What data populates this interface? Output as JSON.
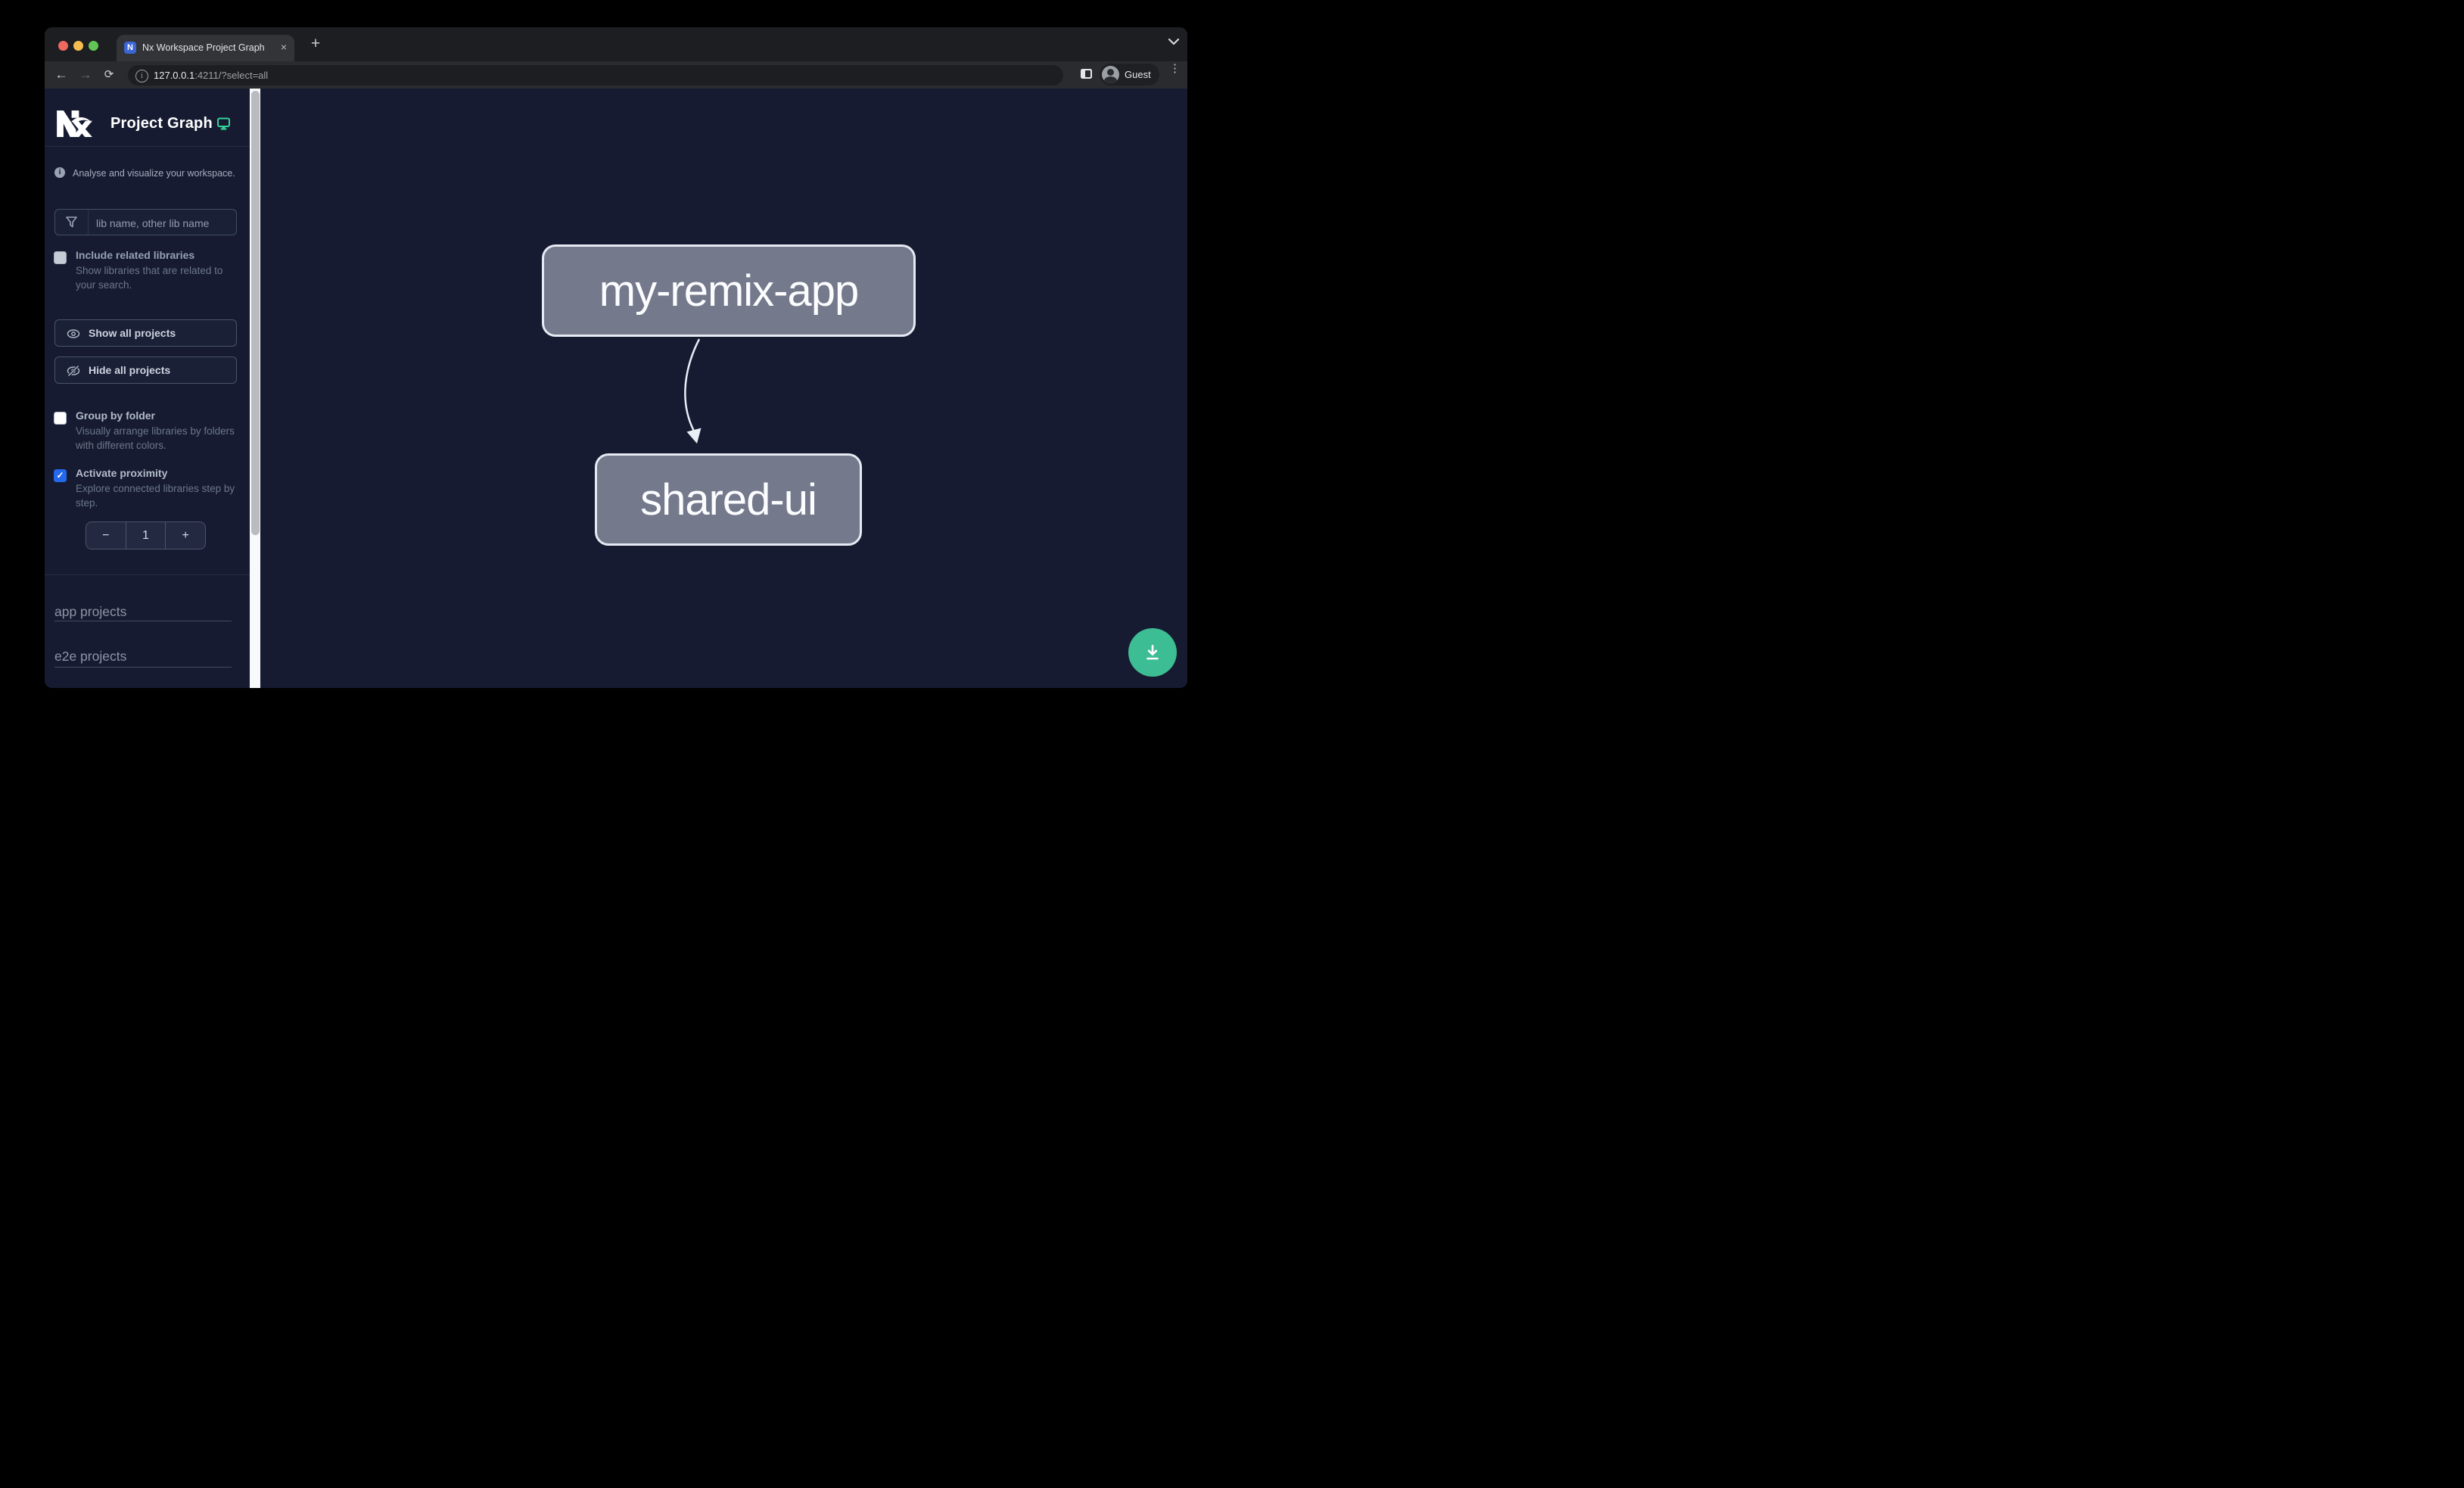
{
  "browser": {
    "tab_title": "Nx Workspace Project Graph",
    "favicon_letter": "N",
    "close_glyph": "×",
    "new_tab_glyph": "+",
    "window_chevron": "⌄",
    "back_glyph": "←",
    "forward_glyph": "→",
    "reload_glyph": "⟳",
    "info_glyph": "i",
    "url_host": "127.0.0.1",
    "url_rest": ":4211/?select=all",
    "profile_label": "Guest",
    "menu_glyph": "⋮"
  },
  "sidebar": {
    "app_title": "Project Graph",
    "tagline_icon": "i",
    "tagline": "Analyse and visualize your workspace.",
    "filter": {
      "placeholder": "lib name, other lib name"
    },
    "include_related": {
      "label": "Include related libraries",
      "desc": "Show libraries that are related to your search.",
      "checked": false
    },
    "actions": {
      "show_all": "Show all projects",
      "hide_all": "Hide all projects"
    },
    "group_by_folder": {
      "label": "Group by folder",
      "desc": "Visually arrange libraries by folders with different colors.",
      "checked": false
    },
    "proximity": {
      "label": "Activate proximity",
      "desc": "Explore connected libraries step by step.",
      "checked": true,
      "check_glyph": "✓",
      "decrement_glyph": "−",
      "value": "1",
      "increment_glyph": "+"
    },
    "sections": [
      "app projects",
      "e2e projects"
    ]
  },
  "graph": {
    "nodes": [
      {
        "label": "my-remix-app"
      },
      {
        "label": "shared-ui"
      }
    ],
    "edge": {
      "from": "my-remix-app",
      "to": "shared-ui"
    }
  },
  "colors": {
    "accent_green": "#3dbd93",
    "monitor_green": "#34d399",
    "checkbox_blue": "#2468eb",
    "node_fill": "#75798c",
    "node_border": "#e7eaf3",
    "canvas_bg": "#161b31",
    "traffic_red": "#ee6a5e",
    "traffic_yellow": "#f5bd4f",
    "traffic_green": "#61c454"
  }
}
